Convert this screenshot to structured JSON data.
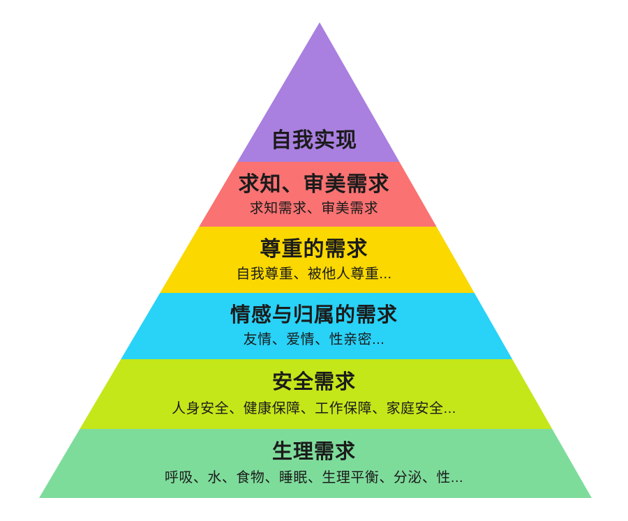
{
  "diagram": {
    "name": "maslow-hierarchy-of-needs",
    "background_color": "#ffffff",
    "text_color": "#1b1b1b",
    "tiers": [
      {
        "id": "self-actualization",
        "title": "自我实现",
        "subtitle": "",
        "color": "#a97fe0"
      },
      {
        "id": "cognitive-aesthetic",
        "title": "求知、审美需求",
        "subtitle": "求知需求、审美需求",
        "color": "#fa7272"
      },
      {
        "id": "esteem",
        "title": "尊重的需求",
        "subtitle": "自我尊重、被他人尊重...",
        "color": "#fad800"
      },
      {
        "id": "love-belonging",
        "title": "情感与归属的需求",
        "subtitle": "友情、爱情、性亲密...",
        "color": "#29d2f7"
      },
      {
        "id": "safety",
        "title": "安全需求",
        "subtitle": "人身安全、健康保障、工作保障、家庭安全...",
        "color": "#c4e719"
      },
      {
        "id": "physiological",
        "title": "生理需求",
        "subtitle": "呼吸、水、食物、睡眠、生理平衡、分泌、性...",
        "color": "#7edc9b"
      }
    ]
  }
}
